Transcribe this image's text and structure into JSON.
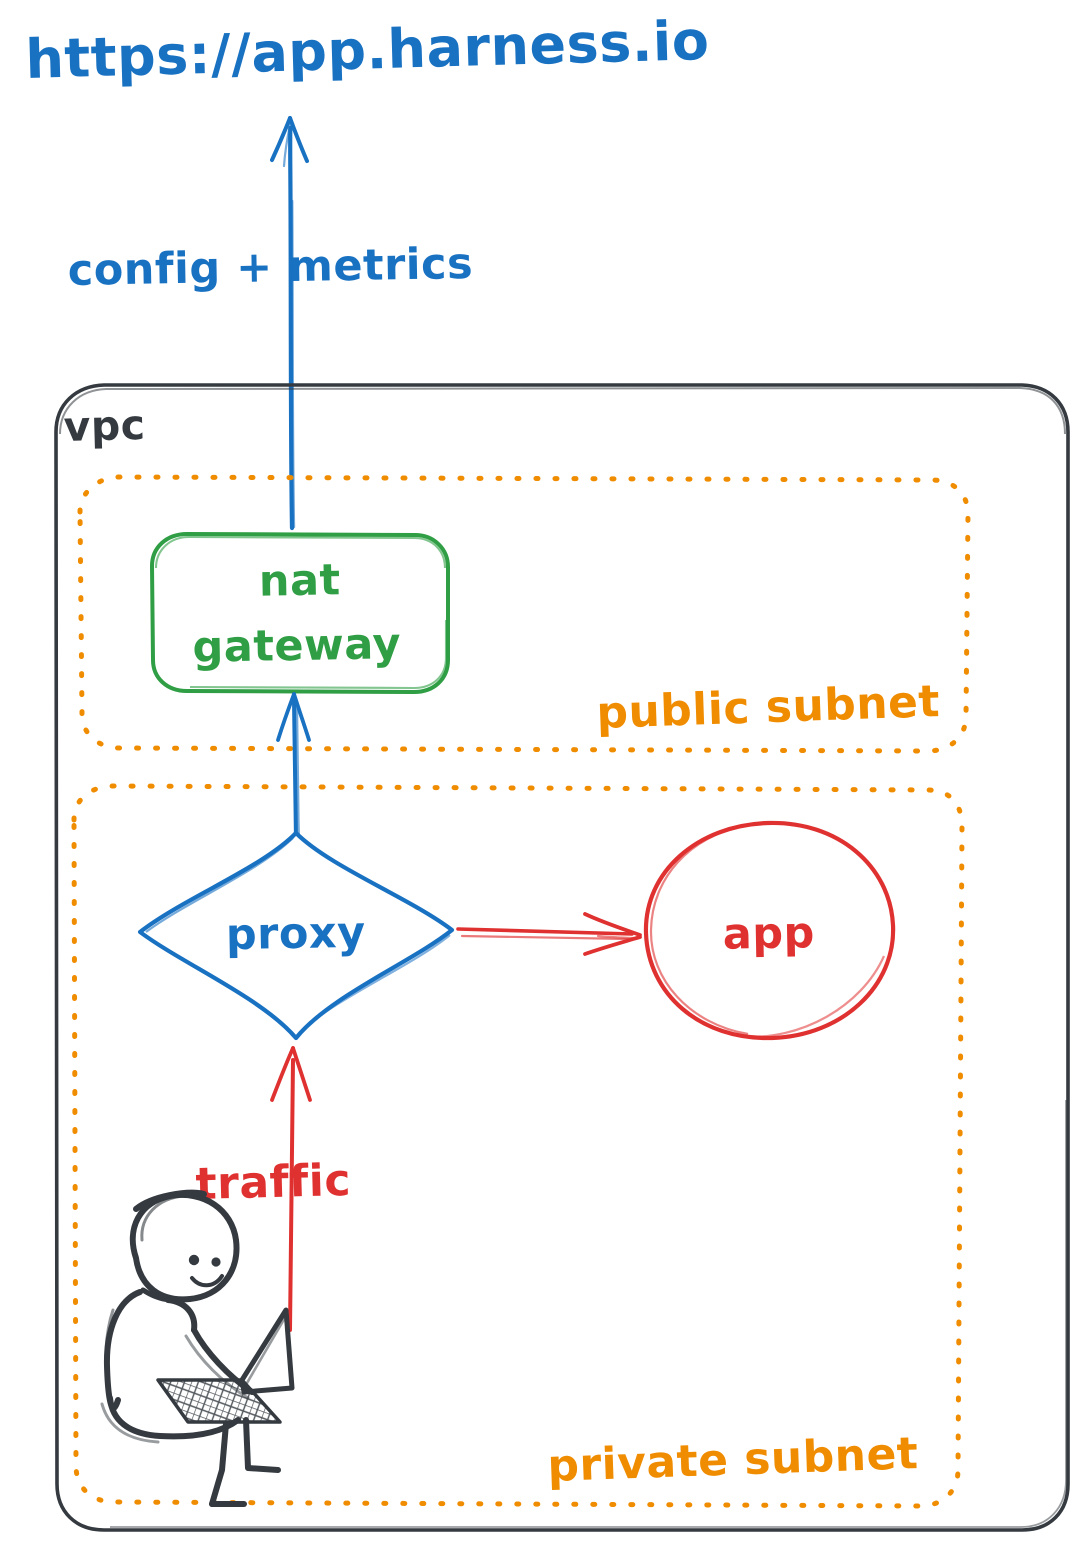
{
  "diagram": {
    "title": "VPC network architecture (hand-drawn style)",
    "style": "hand-drawn sketch",
    "background_color": "#ffffff",
    "colors": {
      "blue": "#1971c2",
      "green": "#2f9e44",
      "orange": "#f08c00",
      "red": "#e03131",
      "black": "#343a40"
    }
  },
  "external": {
    "url_label": "https://app.harness.io",
    "url_color": "#1971c2"
  },
  "containers": {
    "vpc": {
      "label": "vpc",
      "color": "#343a40",
      "stroke": "solid"
    },
    "public_subnet": {
      "label": "public subnet",
      "color": "#f08c00",
      "stroke": "dotted"
    },
    "private_subnet": {
      "label": "private subnet",
      "color": "#f08c00",
      "stroke": "dotted"
    }
  },
  "nodes": [
    {
      "id": "nat-gateway",
      "label_line1": "nat",
      "label_line2": "gateway",
      "shape": "rounded-rectangle",
      "color": "#2f9e44",
      "container": "public subnet"
    },
    {
      "id": "proxy",
      "label": "proxy",
      "shape": "diamond",
      "color": "#1971c2",
      "container": "private subnet"
    },
    {
      "id": "app",
      "label": "app",
      "shape": "ellipse",
      "color": "#e03131",
      "container": "private subnet"
    },
    {
      "id": "user",
      "label": "",
      "shape": "person-with-laptop",
      "color": "#343a40",
      "container": "private subnet"
    }
  ],
  "edges": [
    {
      "id": "nat-to-internet",
      "from": "nat gateway",
      "to": "https://app.harness.io",
      "label": "config + metrics",
      "color": "#1971c2",
      "arrow": "up"
    },
    {
      "id": "proxy-to-nat",
      "from": "proxy",
      "to": "nat gateway",
      "label": "",
      "color": "#1971c2",
      "arrow": "up"
    },
    {
      "id": "proxy-to-app",
      "from": "proxy",
      "to": "app",
      "label": "",
      "color": "#e03131",
      "arrow": "right"
    },
    {
      "id": "user-to-proxy",
      "from": "user",
      "to": "proxy",
      "label": "traffic",
      "color": "#e03131",
      "arrow": "up"
    }
  ]
}
